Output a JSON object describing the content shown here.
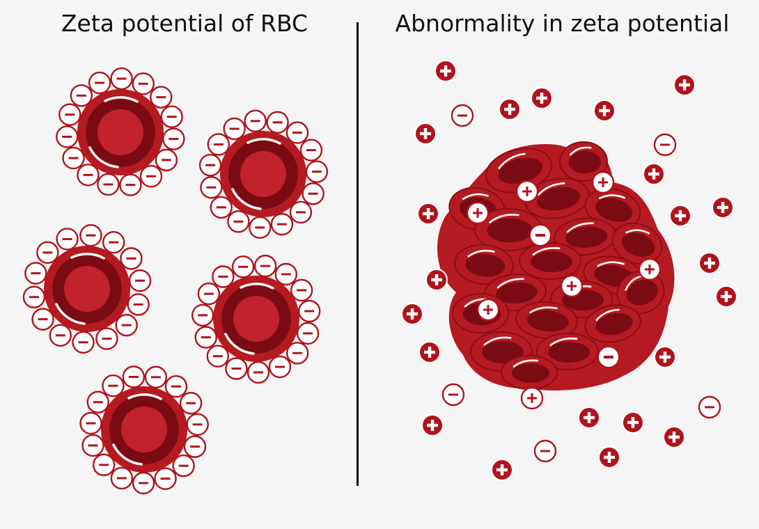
{
  "diagram": {
    "left_panel": {
      "title": "Zeta potential of RBC"
    },
    "right_panel": {
      "title": "Abnormality in zeta potential"
    },
    "colors": {
      "cell": "#b51a22",
      "cell_dark": "#7b0b13",
      "cell_mid": "#c1222b",
      "charge": "#b0131c",
      "background": "#f5f5f5",
      "divider": "#000000"
    },
    "left_panel_content": {
      "cells": 5,
      "charge_sign": "negative"
    },
    "right_panel_content": {
      "cluster": "aggregated red blood cells",
      "dominant_charge_sign": "positive"
    }
  }
}
